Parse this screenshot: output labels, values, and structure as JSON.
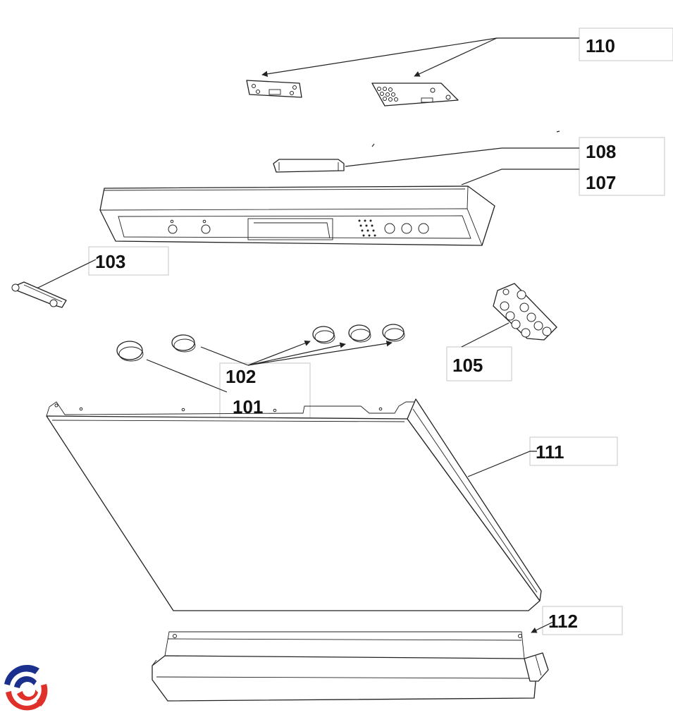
{
  "labels": {
    "p110": "110",
    "p108": "108",
    "p107": "107",
    "p103": "103",
    "p105": "105",
    "p102": "102",
    "p101": "101",
    "p111": "111",
    "p112": "112"
  },
  "colors": {
    "line": "#222222",
    "box_border": "#cfcfcf",
    "logo_blue": "#1b2f8c",
    "logo_red": "#e0302a"
  },
  "icons": {
    "logo": "brand-swirl-logo"
  }
}
